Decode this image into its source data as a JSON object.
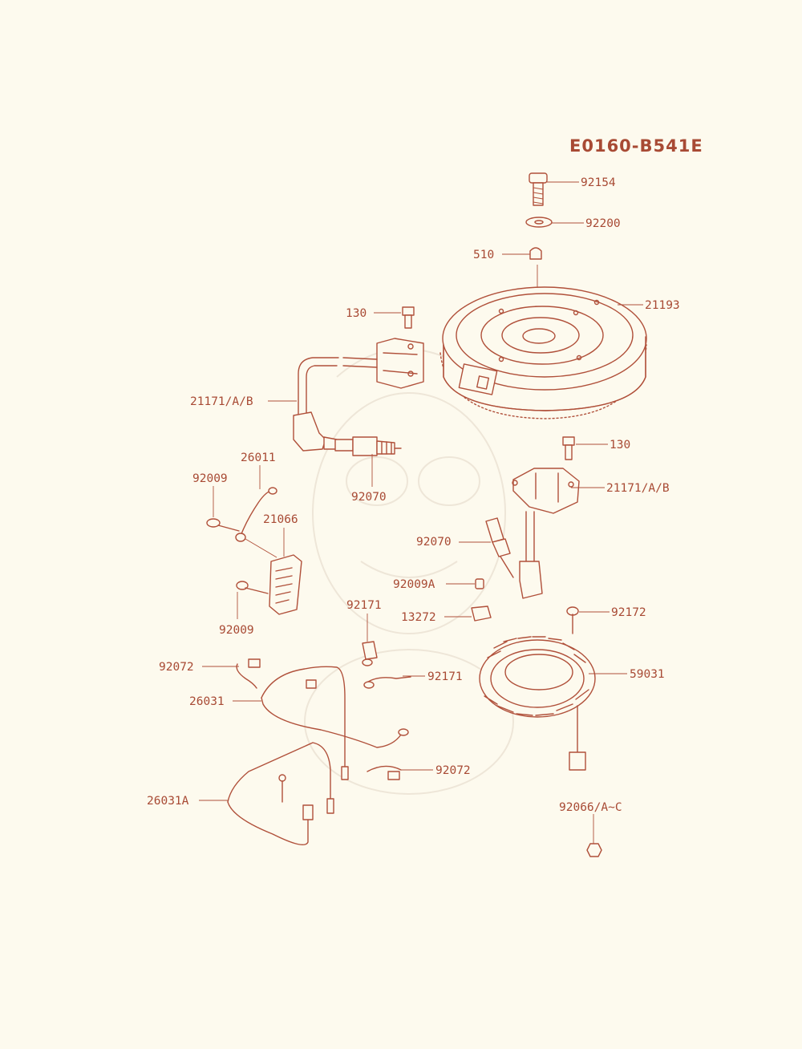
{
  "diagram_code": "E0160-B541E",
  "callouts": {
    "c_92154": "92154",
    "c_92200": "92200",
    "c_510": "510",
    "c_21193": "21193",
    "c_130_top": "130",
    "c_21171_left": "21171/A/B",
    "c_92070_top": "92070",
    "c_26011": "26011",
    "c_92009_top": "92009",
    "c_21066": "21066",
    "c_92009_bottom": "92009",
    "c_130_right": "130",
    "c_21171_right": "21171/A/B",
    "c_92070_right": "92070",
    "c_92009A": "92009A",
    "c_13272": "13272",
    "c_92172": "92172",
    "c_59031": "59031",
    "c_92171_top": "92171",
    "c_92171_right": "92171",
    "c_92072_left": "92072",
    "c_26031": "26031",
    "c_92072_right": "92072",
    "c_26031A": "26031A",
    "c_92066": "92066/A~C"
  },
  "colors": {
    "line": "#b0503a",
    "text": "#a84a34",
    "background": "#fdfaee"
  }
}
